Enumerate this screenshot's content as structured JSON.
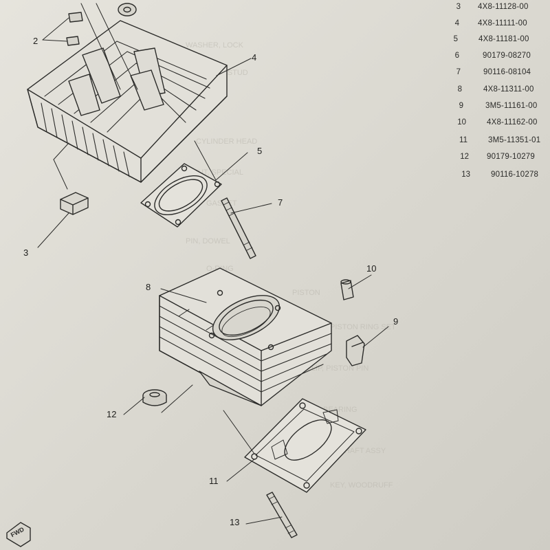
{
  "parts_list": [
    {
      "ref": "3",
      "part_no": "4X8-11128-00"
    },
    {
      "ref": "4",
      "part_no": "4X8-11111-00"
    },
    {
      "ref": "5",
      "part_no": "4X8-11181-00"
    },
    {
      "ref": "6",
      "part_no": "90179-08270"
    },
    {
      "ref": "7",
      "part_no": "90116-08104"
    },
    {
      "ref": "8",
      "part_no": "4X8-11311-00"
    },
    {
      "ref": "9",
      "part_no": "3M5-11161-00"
    },
    {
      "ref": "10",
      "part_no": "4X8-11162-00"
    },
    {
      "ref": "11",
      "part_no": "3M5-11351-01"
    },
    {
      "ref": "12",
      "part_no": "90179-10279"
    },
    {
      "ref": "13",
      "part_no": "90116-10278"
    }
  ],
  "callouts": {
    "c2": "2",
    "c3": "3",
    "c4": "4",
    "c5": "5",
    "c7": "7",
    "c8": "8",
    "c9": "9",
    "c10": "10",
    "c11": "11",
    "c12": "12",
    "c13": "13"
  },
  "fwd_label": "FWD"
}
